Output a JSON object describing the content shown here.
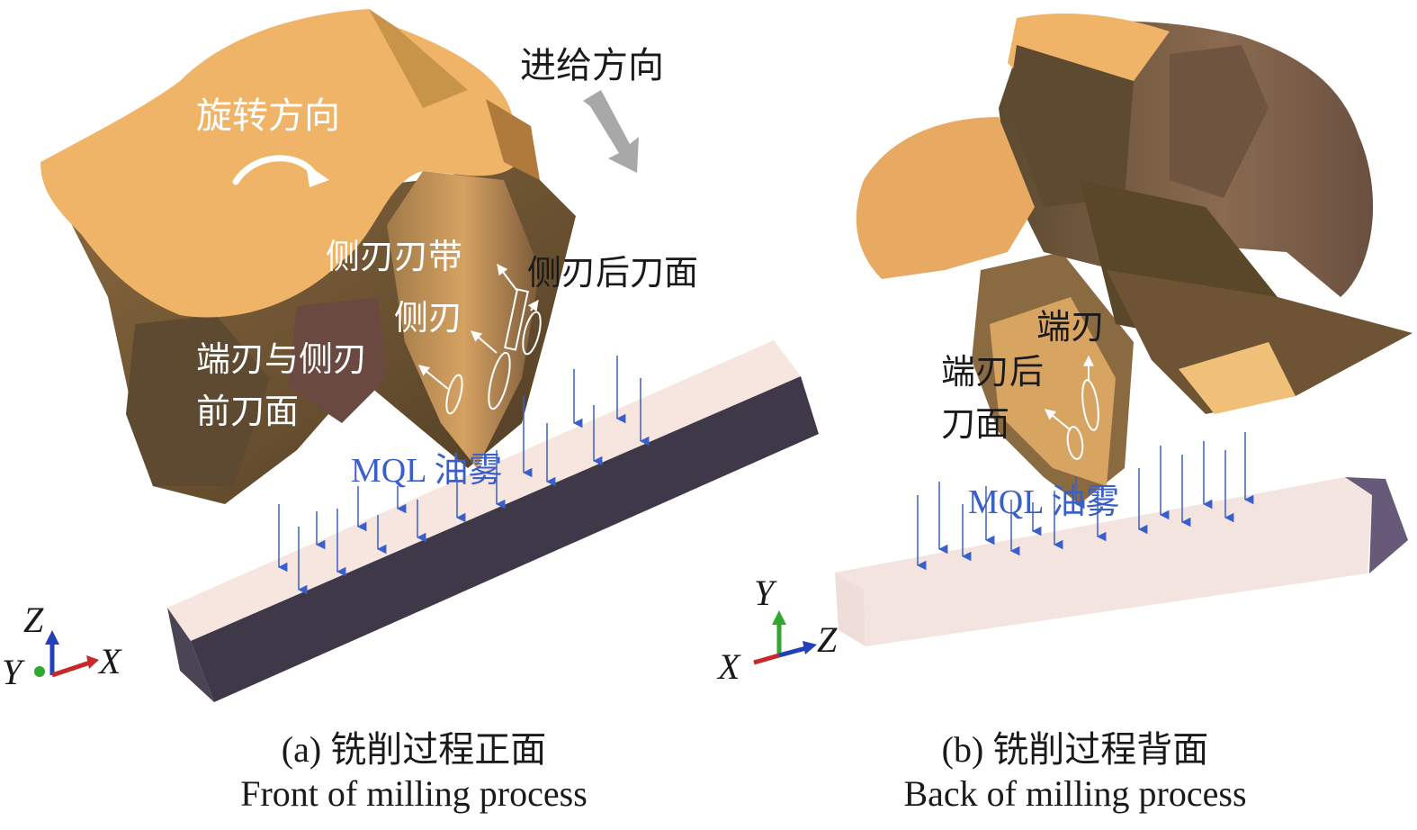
{
  "panel_a": {
    "rotation_label": "旋转方向",
    "feed_label": "进给方向",
    "margin_label": "侧刃刃带",
    "flank_label": "侧刃后刀面",
    "side_edge_label": "侧刃",
    "rake_label_line1": "端刃与侧刃",
    "rake_label_line2": "前刀面",
    "mql_label": "MQL 油雾",
    "axis_z": "Z",
    "axis_y": "Y",
    "axis_x": "X",
    "caption_zh": "(a) 铣削过程正面",
    "caption_en": "Front of milling process"
  },
  "panel_b": {
    "end_edge_label": "端刃",
    "end_flank_line1": "端刃后",
    "end_flank_line2": "刀面",
    "mql_label": "MQL 油雾",
    "axis_y": "Y",
    "axis_z": "Z",
    "axis_x": "X",
    "caption_zh": "(b) 铣削过程背面",
    "caption_en": "Back of milling process"
  },
  "colors": {
    "tool_light": "#f0b468",
    "tool_dark": "#6b5434",
    "workpiece_top": "#f6e6df",
    "workpiece_side": "#3e3848",
    "mql_blue": "#3a5fc8",
    "feed_arrow": "#a8a8a8",
    "axis_z_blue": "#2340b8",
    "axis_x_red": "#c82828",
    "axis_y_green": "#30a830"
  }
}
